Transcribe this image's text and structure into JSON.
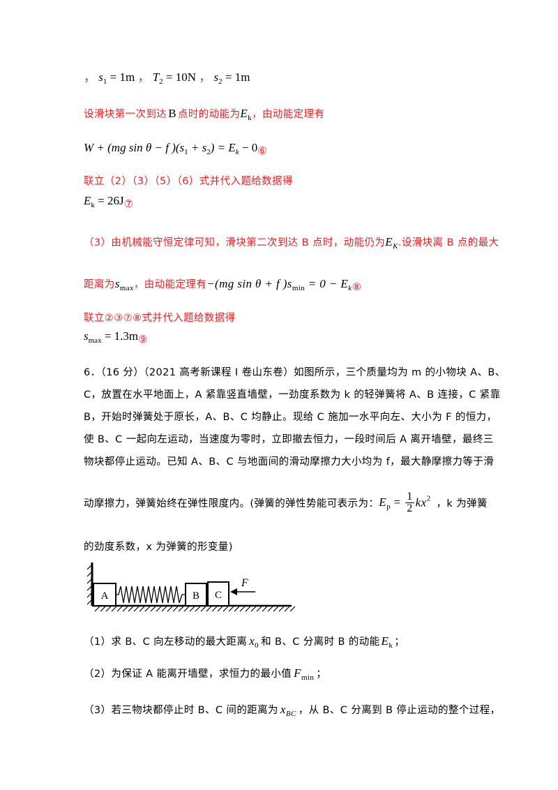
{
  "solution": {
    "given_line": {
      "comma1": "，",
      "s1": "s",
      "s1_sub": "1",
      "s1_val": " = 1m",
      "comma2": "，",
      "t2": "T",
      "t2_sub": "2",
      "t2_val": " = 10N",
      "comma3": "，",
      "s2": "s",
      "s2_sub": "2",
      "s2_val": " = 1m"
    },
    "para1_a": "设滑块第一次到达",
    "para1_b": "B",
    "para1_c": "点时的动能为",
    "para1_ek": "E",
    "para1_ek_sub": "k",
    "para1_d": "，由动能定理有",
    "eq6_lhs": "W + (mg sin θ − f )(s",
    "eq6_mid1": "1",
    "eq6_mid2": " + s",
    "eq6_mid3": "2",
    "eq6_rhs": ") = E",
    "eq6_rhs_sub": "k",
    "eq6_tail": " − 0",
    "eq6_mark": "⑥",
    "para2": "联立（2）（3）（5）（6）式并代入题给数据得",
    "eq7_e": "E",
    "eq7_sub": "k",
    "eq7_val": " = 26J",
    "eq7_mark": "⑦",
    "para3": "（3）由机械能守恒定律可知，滑块第二次到达 B 点时，动能仍为",
    "para3_ek": "E",
    "para3_ek_sub": "K",
    "para3_tail": ".设滑块离 B 点的最大",
    "para4_a": "距离为",
    "para4_s": "s",
    "para4_s_sub": "max",
    "para4_b": "，由动能定理有",
    "eq8_a": "−(mg sin θ + f )s",
    "eq8_sub": "min",
    "eq8_b": " = 0 − E",
    "eq8_sub2": "k",
    "eq8_mark": "⑧",
    "para5": "联立②③⑦⑧式并代入题给数据得",
    "eq9_s": "s",
    "eq9_sub": "max",
    "eq9_val": " = 1.3m",
    "eq9_mark": "⑨"
  },
  "question": {
    "line1": "6．（16 分）（2021 高考新课程 I 卷山东卷）如图所示，三个质量均为 m 的小物块 A、B、",
    "line2": "C，放置在水平地面上，A 紧靠竖直墙壁，一劲度系数为 k 的轻弹簧将 A、B 连接，C 紧靠",
    "line3": "B，开始时弹簧处于原长，A、B、C 均静止。现给 C 施加一水平向左、大小为 F 的恒力，",
    "line4": "使 B、C 一起向左运动，当速度为零时，立即撤去恒力，一段时间后 A 离开墙壁，最终三",
    "line5": "物块都停止运动。已知 A、B、C 与地面间的滑动摩擦力大小均为 f，最大静摩擦力等于滑",
    "line6_a": "动摩擦力，弹簧始终在弹性限度内。(弹簧的弹性势能可表示为：",
    "line6_ep": "E",
    "line6_ep_sub": "p",
    "line6_eq": " = ",
    "line6_num": "1",
    "line6_den": "2",
    "line6_kx": "kx",
    "line6_sup": "2",
    "line6_b": "，k 为弹簧",
    "line7": "的劲度系数，x 为弹簧的形变量)",
    "figure": {
      "label_a": "A",
      "label_b": "B",
      "label_c": "C",
      "label_f": "F"
    },
    "sub1_a": "（1）求 B、C 向左移动的最大距离",
    "sub1_x": "x",
    "sub1_x_sub": "0",
    "sub1_b": "和 B、C 分离时 B 的动能",
    "sub1_e": "E",
    "sub1_e_sub": "k",
    "sub1_c": "；",
    "sub2_a": "（2）为保证 A 能离开墙壁，求恒力的最小值",
    "sub2_f": "F",
    "sub2_f_sub": "min",
    "sub2_b": "；",
    "sub3_a": "（3）若三物块都停止时 B、C 间的距离为",
    "sub3_x": "x",
    "sub3_x_sub": "BC",
    "sub3_b": "，从 B、C 分离到 B 停止运动的整个过程，"
  }
}
